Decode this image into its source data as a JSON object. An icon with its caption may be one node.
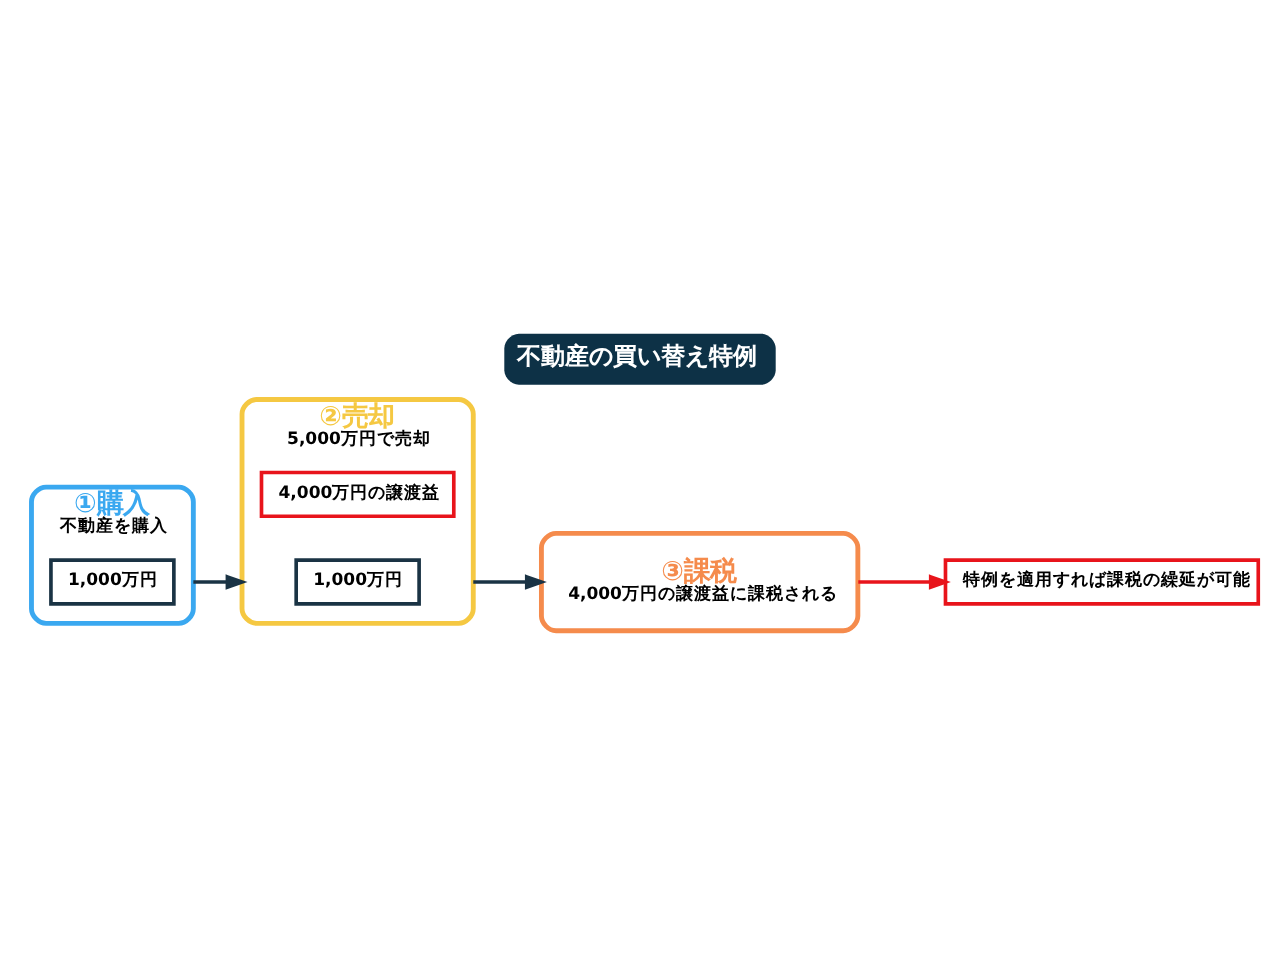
{
  "diagram": {
    "title": "不動産の買い替え特例",
    "nodes": [
      {
        "text": [
          "①購入",
          "不動産を購入"
        ]
      },
      {
        "text": [
          "1,000万円"
        ],
        "in": 0
      },
      {
        "text": [
          "②売却",
          "5,000万円で売却"
        ]
      },
      {
        "text": [
          "4,000万円の譲渡益"
        ],
        "in": 2
      },
      {
        "text": [
          "1,000万円"
        ],
        "in": 2
      },
      {
        "text": [
          "③課税",
          "4,000万円の譲渡益に課税される"
        ]
      },
      {
        "text": [
          "特例を適用すれば課税の繰延が可能"
        ]
      }
    ],
    "edges": [
      {
        "from": 0,
        "to": 2,
        "arrow": "to"
      },
      {
        "from": 2,
        "to": 5,
        "arrow": "to"
      },
      {
        "from": 5,
        "to": 6,
        "arrow": "to",
        "color": "#e8141b"
      }
    ]
  }
}
